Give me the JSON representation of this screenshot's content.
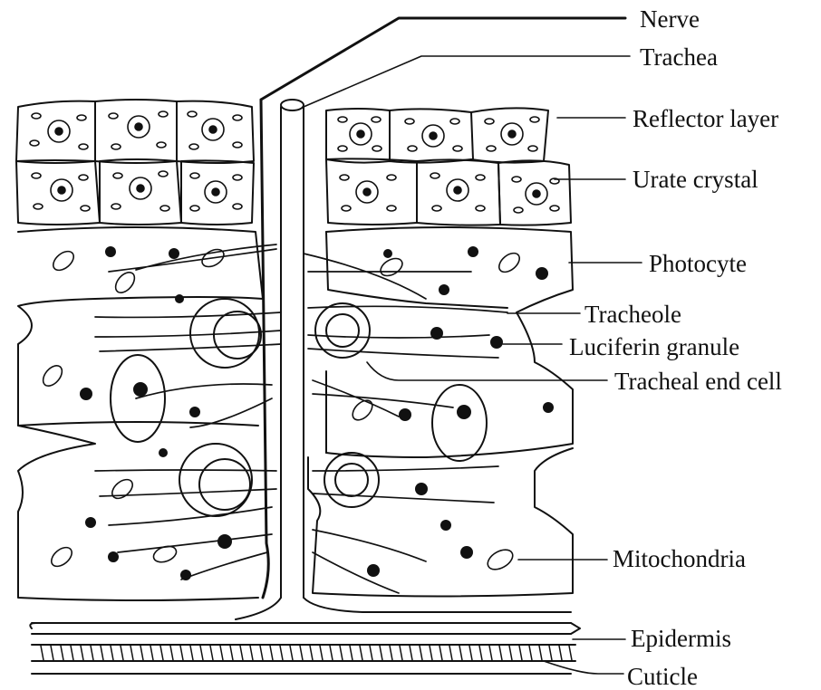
{
  "labels": {
    "nerve": "Nerve",
    "trachea": "Trachea",
    "reflector_layer": "Reflector layer",
    "urate_crystal": "Urate crystal",
    "photocyte": "Photocyte",
    "tracheole": "Tracheole",
    "luciferin_granule": "Luciferin granule",
    "tracheal_end_cell": "Tracheal end cell",
    "mitochondria": "Mitochondria",
    "epidermis": "Epidermis",
    "cuticle": "Cuticle"
  },
  "colors": {
    "ink": "#111111",
    "paper": "#ffffff"
  }
}
